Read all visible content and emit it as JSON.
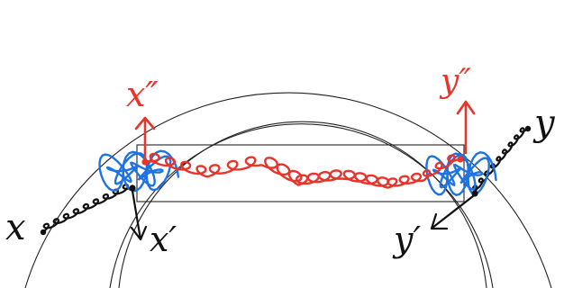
{
  "labels": {
    "x": "x",
    "x_prime": "x′",
    "x_double_prime": "x″",
    "y": "y",
    "y_prime": "y′",
    "y_double_prime": "y″"
  },
  "colors": {
    "ink": "#111111",
    "red": "#e8342a",
    "blue": "#1f73e0",
    "frame": "#222222"
  }
}
